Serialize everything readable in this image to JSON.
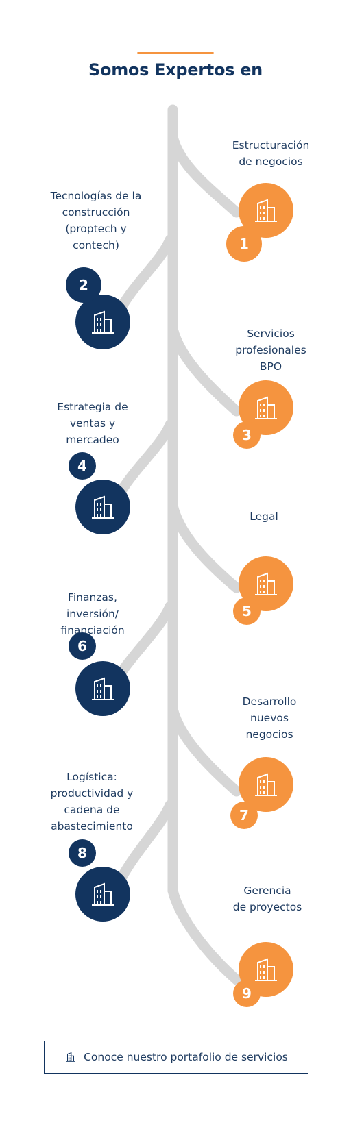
{
  "header": {
    "title": "Somos Expertos en"
  },
  "colors": {
    "accent": "#f5943f",
    "primary": "#12345f",
    "trunk": "#d6d6d6",
    "text": "#1d3a5f"
  },
  "services": [
    {
      "number": "1",
      "label": "Estructuración\nde negocios",
      "side": "right",
      "color": "orange",
      "icon": "building-icon"
    },
    {
      "number": "2",
      "label": "Tecnologías de la\nconstrucción\n(proptech y\ncontech)",
      "side": "left",
      "color": "navy",
      "icon": "building-icon"
    },
    {
      "number": "3",
      "label": "Servicios\nprofesionales\nBPO",
      "side": "right",
      "color": "orange",
      "icon": "building-icon"
    },
    {
      "number": "4",
      "label": "Estrategia de\nventas y\nmercadeo",
      "side": "left",
      "color": "navy",
      "icon": "building-icon"
    },
    {
      "number": "5",
      "label": "Legal",
      "side": "right",
      "color": "orange",
      "icon": "building-icon"
    },
    {
      "number": "6",
      "label": "Finanzas,\ninversión/\nfinanciación",
      "side": "left",
      "color": "navy",
      "icon": "building-icon"
    },
    {
      "number": "7",
      "label": "Desarrollo\nnuevos\nnegocios",
      "side": "right",
      "color": "orange",
      "icon": "building-icon"
    },
    {
      "number": "8",
      "label": "Logística:\nproductividad y\ncadena de\nabastecimiento",
      "side": "left",
      "color": "navy",
      "icon": "building-icon"
    },
    {
      "number": "9",
      "label": "Gerencia\nde proyectos",
      "side": "right",
      "color": "orange",
      "icon": "building-icon"
    }
  ],
  "cta": {
    "label": "Conoce nuestro portafolio de servicios",
    "icon": "building-icon"
  }
}
